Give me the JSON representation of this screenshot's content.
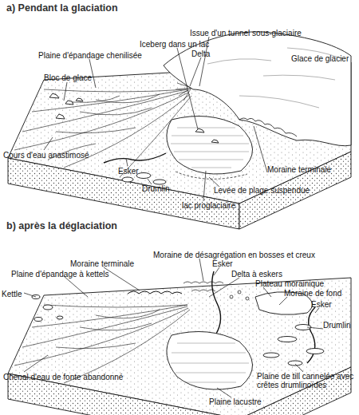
{
  "diagram": {
    "labels": [
      "a) Pendant la glaciation",
      "Issue d'un tunnel sous-glaciaire",
      "Iceberg dans un lac",
      "Delta",
      "Plaine d'épandage chenilisée",
      "Glace de glacier",
      "Bloc de glace",
      "Cours d'eau anastimosé",
      "Esker",
      "Moraine terminale",
      "Drumlin",
      "Levée de plage suspendue",
      "lac proglaciaire",
      "b) après la déglaciation",
      "Moraine de désagrégation en bosses et creux",
      "Moraine terminale",
      "Esker",
      "Plaine d'épandage à kettels",
      "Delta à eskers",
      "Plateau morainique",
      "Moraine de fond",
      "Kettle",
      "Esker",
      "Drumlin",
      "Chenal d'eau de fonte abandonné",
      "Plaine de till cannelée avec crêtes drumlinoïdes",
      "Plaine lacustre"
    ]
  }
}
